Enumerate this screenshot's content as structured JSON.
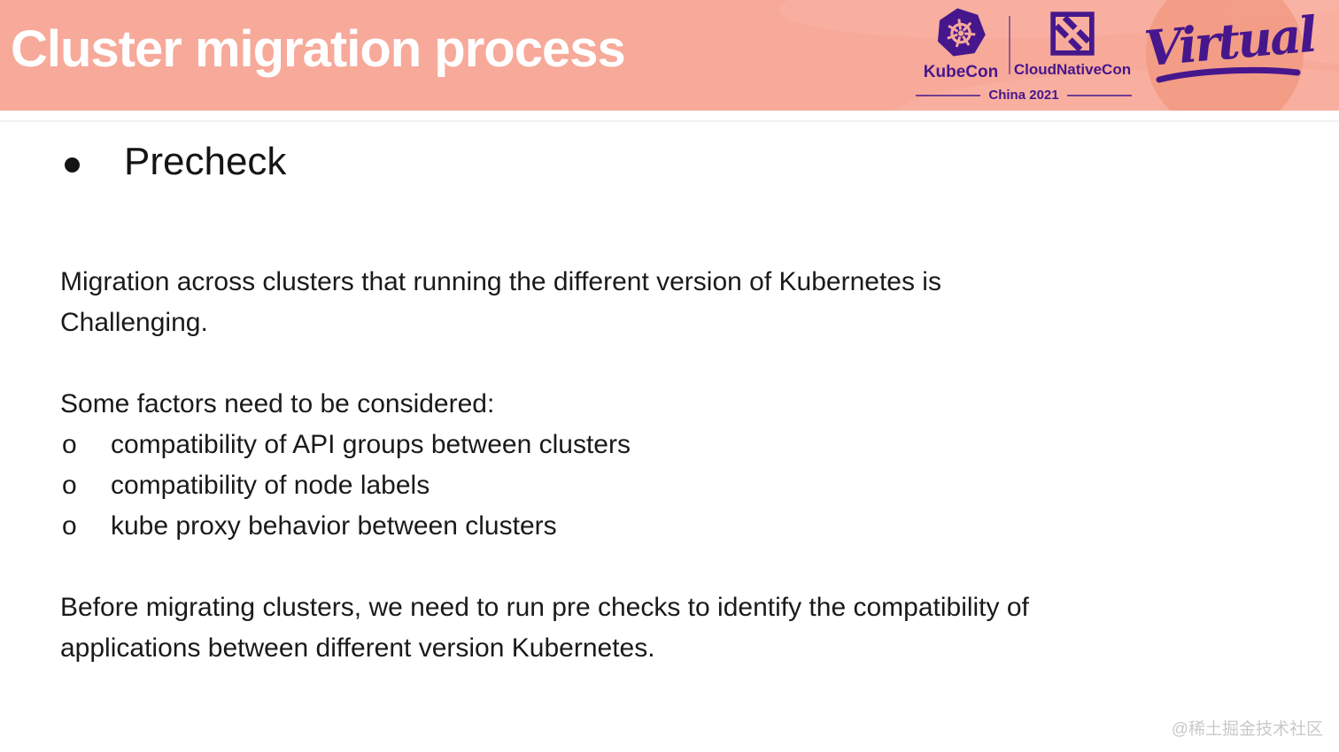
{
  "header": {
    "title": "Cluster migration process",
    "kubecon_label": "KubeCon",
    "cloudnativecon_label": "CloudNativeCon",
    "event_label": "China 2021",
    "virtual_label": "Virtual"
  },
  "slide": {
    "heading": "Precheck",
    "paragraph1_lines": [
      "Migration across clusters that running the different version of Kubernetes is",
      "Challenging."
    ],
    "factors_intro": "Some factors need to be considered:",
    "factor_bullet": "o",
    "factors": [
      "compatibility of API groups between clusters",
      "compatibility of node labels",
      "kube proxy behavior between clusters"
    ],
    "paragraph2_lines": [
      "Before migrating clusters, we need to run pre checks to identify the compatibility of",
      "applications between different version Kubernetes."
    ]
  },
  "watermark": "@稀土掘金技术社区",
  "colors": {
    "header_bg": "#f7a99a",
    "header_wave_light": "#fab5a6",
    "header_circle": "#f29a82",
    "brand_purple": "#46178c",
    "title_text": "#ffffff",
    "body_text": "#1a1a1a",
    "watermark_text": "#c9c9c9",
    "page_bg": "#ffffff"
  }
}
